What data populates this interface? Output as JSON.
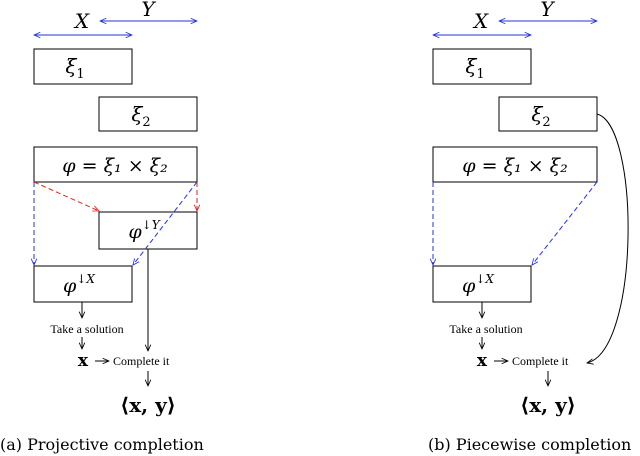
{
  "left_panel": {
    "axis_x_label": "X",
    "axis_y_label": "Y",
    "xi1": "ξ",
    "xi1_sub": "1",
    "xi2": "ξ",
    "xi2_sub": "2",
    "phi_product": "φ = ξ₁ × ξ₂",
    "phi_y_base": "φ",
    "phi_y_sup": "↓Y",
    "phi_x_base": "φ",
    "phi_x_sup": "↓X",
    "take_solution": "Take a solution",
    "x_bold": "x",
    "complete_it": "Complete it",
    "result": "⟨x, y⟩",
    "caption": "(a) Projective completion"
  },
  "right_panel": {
    "axis_x_label": "X",
    "axis_y_label": "Y",
    "xi1": "ξ",
    "xi1_sub": "1",
    "xi2": "ξ",
    "xi2_sub": "2",
    "phi_product": "φ = ξ₁ × ξ₂",
    "phi_x_base": "φ",
    "phi_x_sup": "↓X",
    "take_solution": "Take a solution",
    "x_bold": "x",
    "complete_it": "Complete it",
    "result": "⟨x, y⟩",
    "caption": "(b) Piecewise completion"
  },
  "colors": {
    "blue": "#2233dd",
    "red": "#dd2222",
    "black": "#000000"
  }
}
